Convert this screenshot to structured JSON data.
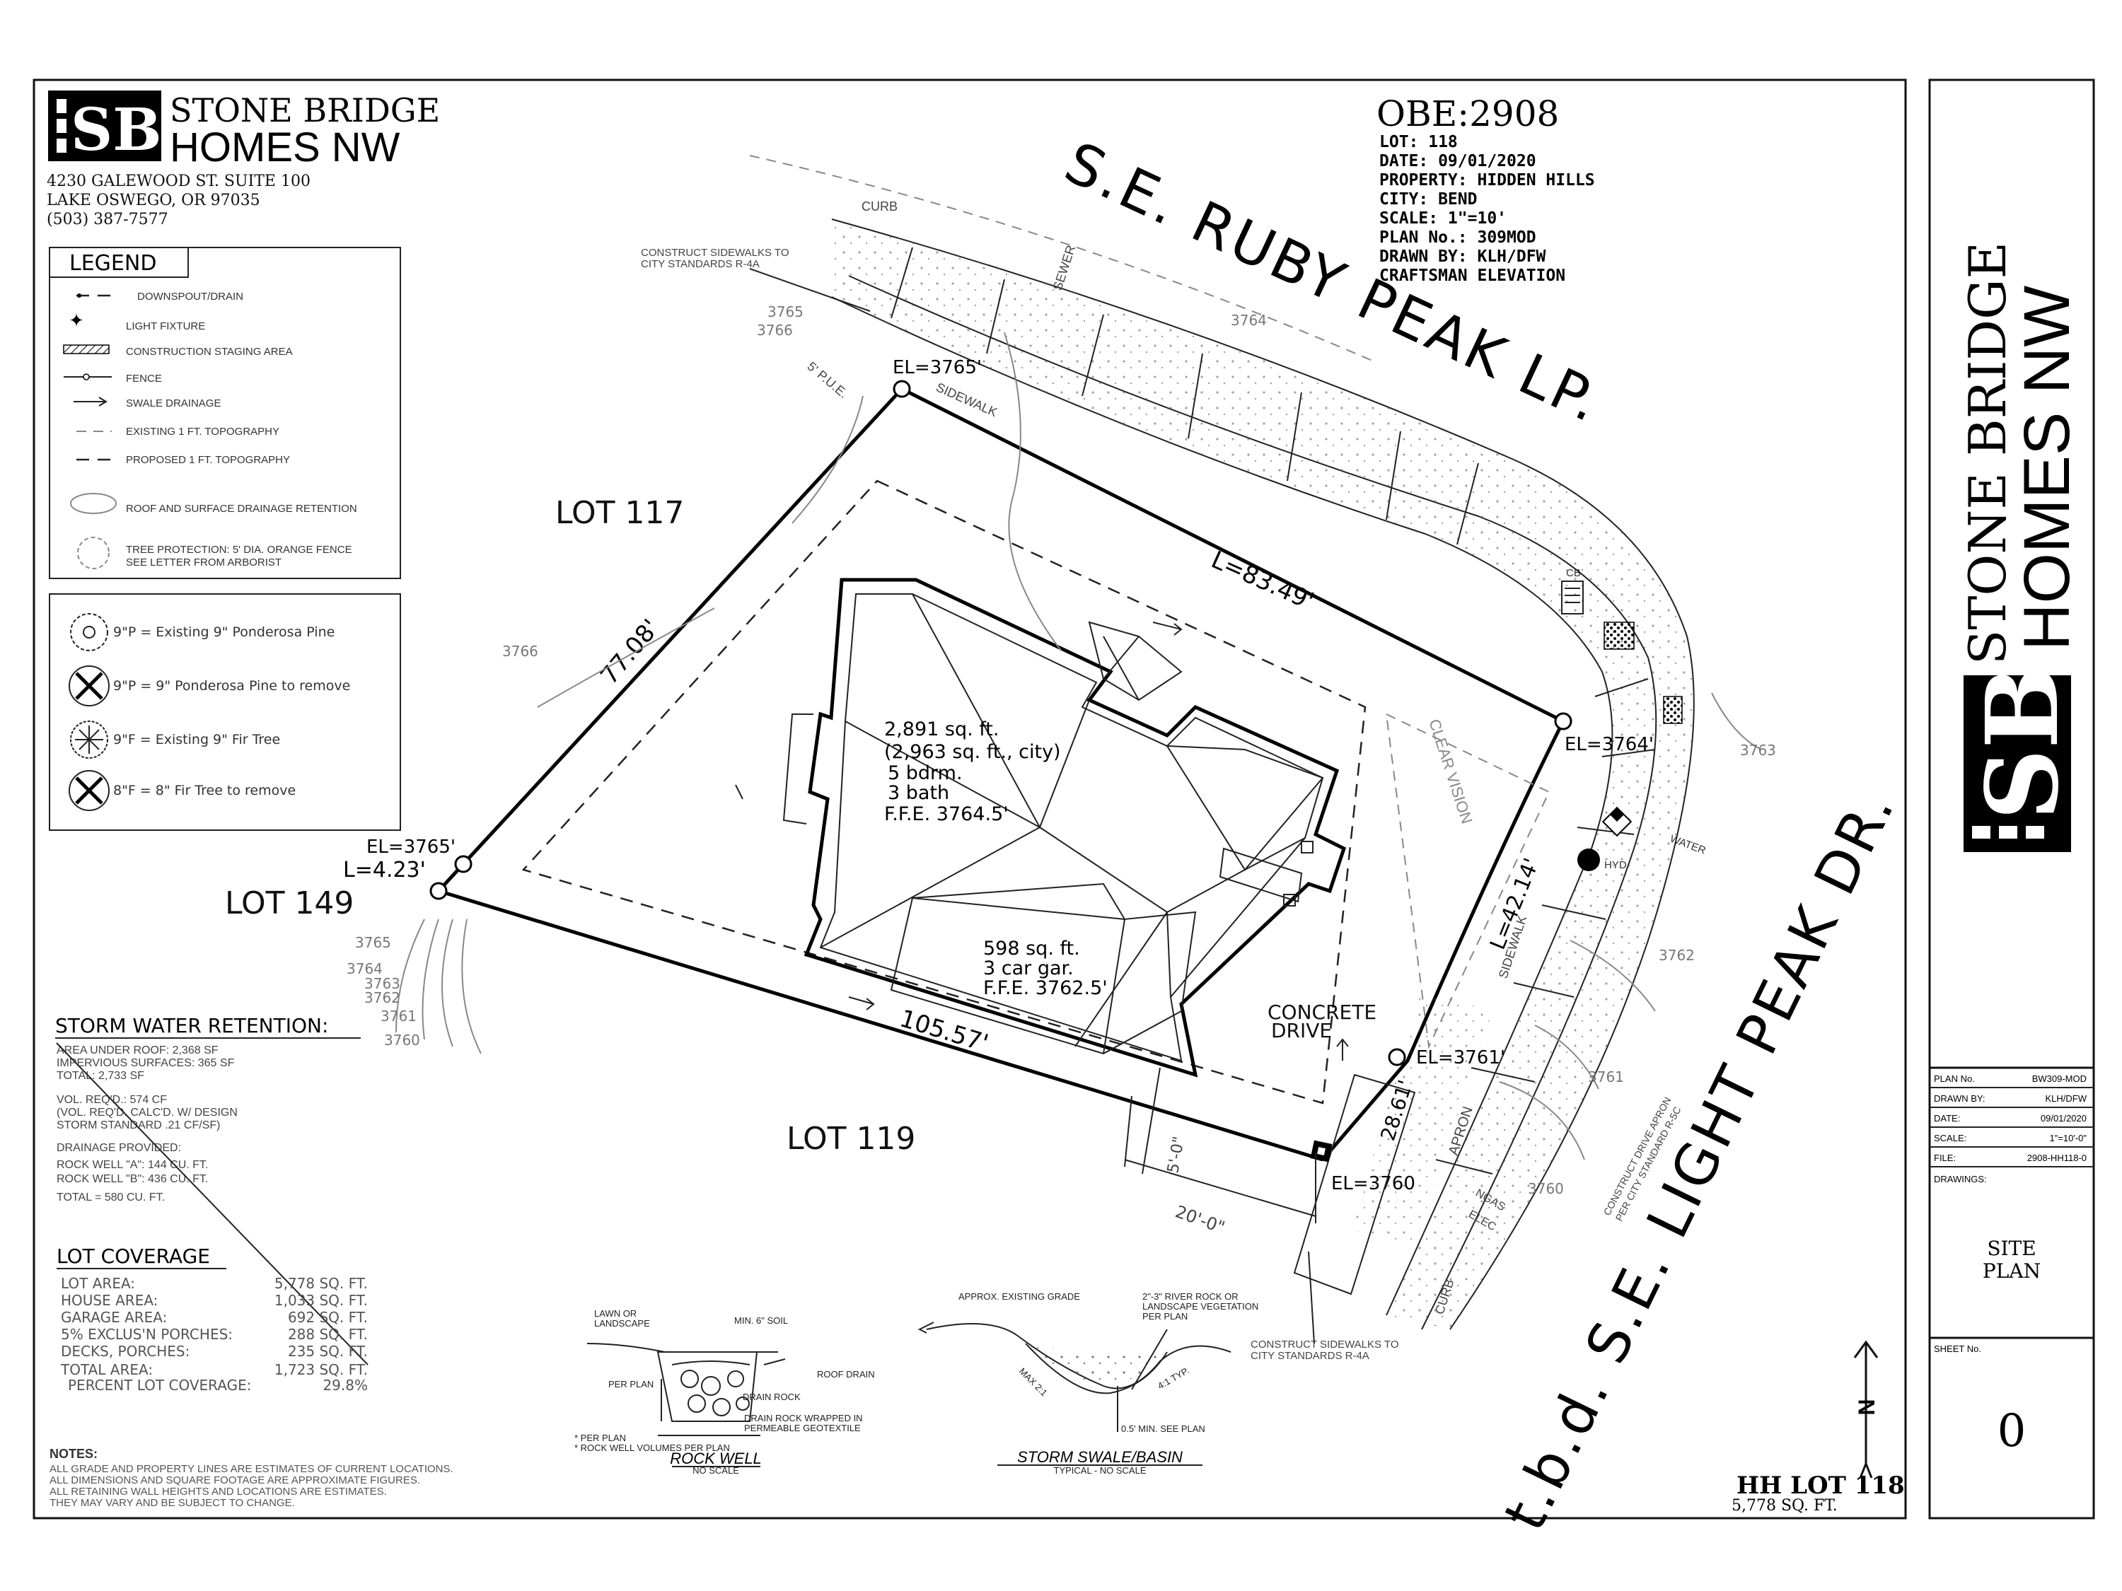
{
  "company": {
    "logo_letters": "SB",
    "name_line1": "STONE BRIDGE",
    "name_line2": "HOMES NW",
    "address1": "4230 GALEWOOD ST. SUITE 100",
    "address2": "LAKE OSWEGO, OR 97035",
    "phone": "(503) 387-7577"
  },
  "plan_info": {
    "obe": "OBE:2908",
    "lot": "LOT: 118",
    "date": "DATE: 09/01/2020",
    "property": "PROPERTY: HIDDEN HILLS",
    "city": "CITY: BEND",
    "scale": "SCALE: 1\"=10'",
    "plan_no": "PLAN No.: 309MOD",
    "drawn_by": "DRAWN BY: KLH/DFW",
    "elevation": "CRAFTSMAN ELEVATION"
  },
  "legend": {
    "title": "LEGEND",
    "items": [
      "DOWNSPOUT/DRAIN",
      "LIGHT FIXTURE",
      "CONSTRUCTION STAGING AREA",
      "FENCE",
      "SWALE DRAINAGE",
      "EXISTING 1 FT. TOPOGRAPHY",
      "PROPOSED 1 FT. TOPOGRAPHY",
      "ROOF AND SURFACE DRAINAGE RETENTION",
      "TREE PROTECTION: 5' DIA. ORANGE FENCE",
      "SEE LETTER FROM ARBORIST"
    ]
  },
  "tree_key": [
    "9\"P = Existing 9\" Ponderosa Pine",
    "9\"P = 9\" Ponderosa Pine to remove",
    "9\"F = Existing 9\" Fir Tree",
    "8\"F = 8\" Fir Tree to remove"
  ],
  "streets": {
    "north": "S.E. RUBY PEAK LP.",
    "east": "t.b.d. S.E. LIGHT PEAK DR."
  },
  "lots": {
    "lot117": "LOT 117",
    "lot149": "LOT 149",
    "lot119": "LOT 119"
  },
  "boundary": {
    "north": "L=83.49'",
    "west": "77.08'",
    "southwest": "L=4.23'",
    "south": "105.57'",
    "east": "L=42.14'",
    "southeast": "28.61'"
  },
  "elevations": {
    "nw": "EL=3765'",
    "w": "EL=3765'",
    "ne": "EL=3764'",
    "se": "EL=3761'",
    "s": "EL=3760"
  },
  "house": {
    "area": "2,891 sq. ft.",
    "area_city": "(2,963 sq. ft., city)",
    "bedrooms": "5 bdrm.",
    "baths": "3 bath",
    "ffe": "F.F.E. 3764.5'",
    "garage_area": "598 sq. ft.",
    "garage": "3 car gar.",
    "garage_ffe": "F.F.E. 3762.5'"
  },
  "site_labels": {
    "curb_top": "CURB",
    "curb_bottom": "CURB",
    "sidewalk_top": "SIDEWALK",
    "sidewalk_right": "SIDEWALK",
    "sewer": "SEWER",
    "pue": "5' P.U.E.",
    "cb": "CB",
    "water": "WATER",
    "hyd": "HYD",
    "clear_vision": "CLEAR VISION",
    "concrete_drive_1": "CONCRETE",
    "concrete_drive_2": "DRIVE",
    "apron": "APRON",
    "ngas": "NGAS",
    "elec": "ELEC",
    "construct_top_1": "CONSTRUCT SIDEWALKS TO",
    "construct_top_2": "CITY STANDARDS R-4A",
    "construct_bot_1": "CONSTRUCT SIDEWALKS TO",
    "construct_bot_2": "CITY STANDARDS R-4A",
    "drive_apron_1": "CONSTRUCT DRIVE APRON",
    "drive_apron_2": "PER CITY STANDARD R-5C",
    "dim_20": "20'-0\"",
    "dim_5": "5'-0\""
  },
  "topo": [
    "3765",
    "3766",
    "3764",
    "3766",
    "3765",
    "3764",
    "3763",
    "3762",
    "3761",
    "3760",
    "3763",
    "3762",
    "3761",
    "3760"
  ],
  "storm_water": {
    "title": "STORM WATER RETENTION:",
    "lines": [
      "AREA UNDER ROOF: 2,368 SF",
      "IMPERVIOUS SURFACES: 365 SF",
      "TOTAL: 2,733 SF",
      "VOL. REQ'D.: 574 CF",
      "(VOL. REQ'D. CALC'D. W/ DESIGN",
      "STORM STANDARD .21 CF/SF)",
      "DRAINAGE PROVIDED:",
      "ROCK WELL \"A\": 144 CU. FT.",
      "ROCK WELL \"B\": 436 CU. FT.",
      "TOTAL = 580 CU. FT."
    ]
  },
  "lot_coverage": {
    "title": "LOT COVERAGE",
    "rows": [
      {
        "label": "LOT AREA:",
        "value": "5,778 SQ. FT."
      },
      {
        "label": "HOUSE AREA:",
        "value": "1,033 SQ. FT."
      },
      {
        "label": "GARAGE AREA:",
        "value": "692 SQ. FT."
      },
      {
        "label": "5% EXCLUS'N PORCHES:",
        "value": "288 SQ. FT."
      },
      {
        "label": "DECKS, PORCHES:",
        "value": "235 SQ. FT."
      },
      {
        "label": "TOTAL AREA:",
        "value": "1,723 SQ. FT."
      },
      {
        "label": "PERCENT LOT COVERAGE:",
        "value": "29.8%"
      }
    ]
  },
  "rock_well": {
    "title": "ROCK WELL",
    "subtitle": "NO SCALE",
    "lawn": "LAWN OR",
    "landscape": "LANDSCAPE",
    "soil": "MIN. 6\" SOIL",
    "per_plan": "PER PLAN",
    "roof_drain": "ROOF DRAIN",
    "drain_rock": "DRAIN ROCK",
    "geo1": "DRAIN ROCK WRAPPED IN",
    "geo2": "PERMEABLE GEOTEXTILE",
    "note1": "* PER PLAN",
    "note2": "* ROCK WELL VOLUMES PER PLAN"
  },
  "swale": {
    "title": "STORM SWALE/BASIN",
    "subtitle": "TYPICAL - NO SCALE",
    "grade": "APPROX. EXISTING GRADE",
    "river1": "2\"-3\" RIVER ROCK OR",
    "river2": "LANDSCAPE VEGETATION",
    "river3": "PER PLAN",
    "max": "MAX 2:1",
    "typ": "4:1 TYP.",
    "min": "0.5' MIN. SEE PLAN"
  },
  "notes": {
    "title": "NOTES:",
    "lines": [
      "ALL GRADE AND PROPERTY LINES ARE ESTIMATES OF CURRENT LOCATIONS.",
      "ALL DIMENSIONS AND SQUARE FOOTAGE ARE APPROXIMATE FIGURES.",
      "ALL RETAINING WALL HEIGHTS AND LOCATIONS ARE ESTIMATES.",
      "THEY MAY VARY AND BE SUBJECT TO CHANGE."
    ]
  },
  "lot_label": {
    "line1": "HH LOT 118",
    "line2": "5,778 SQ. FT."
  },
  "north": "N",
  "title_block": {
    "rows": [
      {
        "label": "PLAN No.",
        "value": "BW309-MOD"
      },
      {
        "label": "DRAWN BY:",
        "value": "KLH/DFW"
      },
      {
        "label": "DATE:",
        "value": "09/01/2020"
      },
      {
        "label": "SCALE:",
        "value": "1\"=10'-0\""
      },
      {
        "label": "FILE:",
        "value": "2908-HH118-0"
      }
    ],
    "drawings_label": "DRAWINGS:",
    "drawing_name_1": "SITE",
    "drawing_name_2": "PLAN",
    "sheet_label": "SHEET No.",
    "sheet_no": "0"
  }
}
